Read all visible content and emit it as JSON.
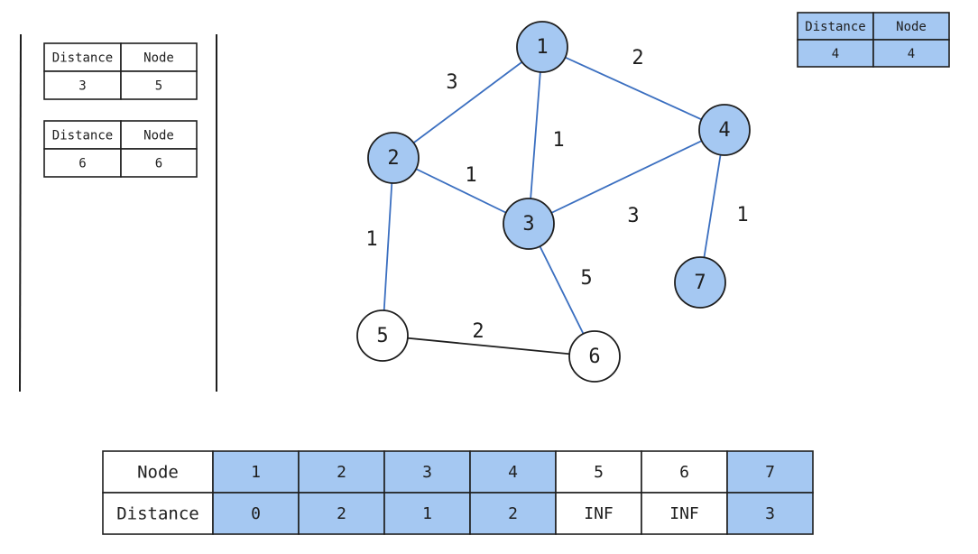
{
  "colors": {
    "highlight": "#a5c8f2",
    "edge_visited": "#3b6fc0",
    "edge_default": "#1e1e1e",
    "ink": "#1e1e1e",
    "white": "#ffffff"
  },
  "graph": {
    "nodes": [
      {
        "id": "1",
        "visited": true
      },
      {
        "id": "2",
        "visited": true
      },
      {
        "id": "3",
        "visited": true
      },
      {
        "id": "4",
        "visited": true
      },
      {
        "id": "5",
        "visited": false
      },
      {
        "id": "6",
        "visited": false
      },
      {
        "id": "7",
        "visited": true
      }
    ],
    "edges": [
      {
        "from": "1",
        "to": "2",
        "weight": "3",
        "visited": true
      },
      {
        "from": "1",
        "to": "4",
        "weight": "2",
        "visited": true
      },
      {
        "from": "1",
        "to": "3",
        "weight": "1",
        "visited": true
      },
      {
        "from": "2",
        "to": "3",
        "weight": "1",
        "visited": true
      },
      {
        "from": "3",
        "to": "4",
        "weight": "3",
        "visited": true
      },
      {
        "from": "4",
        "to": "7",
        "weight": "1",
        "visited": true
      },
      {
        "from": "2",
        "to": "5",
        "weight": "1",
        "visited": true
      },
      {
        "from": "3",
        "to": "6",
        "weight": "5",
        "visited": true
      },
      {
        "from": "5",
        "to": "6",
        "weight": "2",
        "visited": false
      }
    ]
  },
  "queue_tables": [
    {
      "header_distance": "Distance",
      "header_node": "Node",
      "distance": "3",
      "node": "5"
    },
    {
      "header_distance": "Distance",
      "header_node": "Node",
      "distance": "6",
      "node": "6"
    }
  ],
  "current_table": {
    "header_distance": "Distance",
    "header_node": "Node",
    "distance": "4",
    "node": "4"
  },
  "distance_table": {
    "row_label_node": "Node",
    "row_label_distance": "Distance",
    "columns": [
      {
        "node": "1",
        "distance": "0",
        "visited": true
      },
      {
        "node": "2",
        "distance": "2",
        "visited": true
      },
      {
        "node": "3",
        "distance": "1",
        "visited": true
      },
      {
        "node": "4",
        "distance": "2",
        "visited": true
      },
      {
        "node": "5",
        "distance": "INF",
        "visited": false
      },
      {
        "node": "6",
        "distance": "INF",
        "visited": false
      },
      {
        "node": "7",
        "distance": "3",
        "visited": true
      }
    ]
  }
}
